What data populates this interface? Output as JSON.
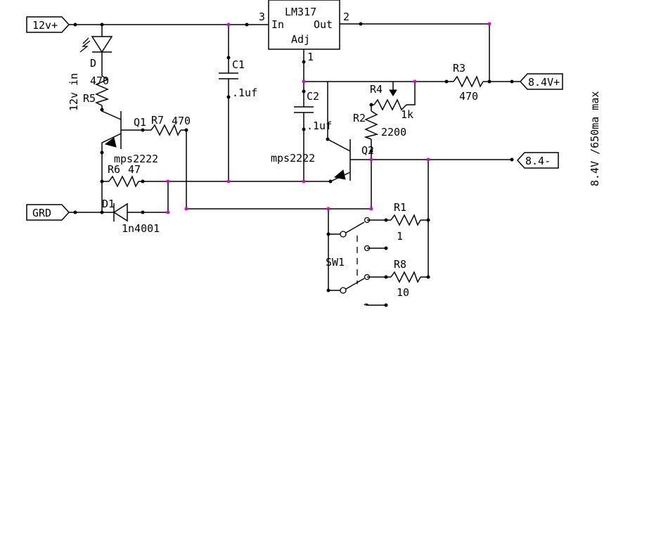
{
  "labels": {
    "conn_12v": "12v+",
    "conn_grd": "GRD",
    "conn_out_pos": "8.4V+",
    "conn_out_neg": "8.4-",
    "rating": "8.4V /650ma max",
    "led_ref": "D",
    "led_text": "12v in",
    "r5_ref": "R5",
    "r5_val": "470",
    "q1_ref": "Q1",
    "q1_type": "mps2222",
    "r7_ref": "R7",
    "r7_val": "470",
    "r6_ref": "R6",
    "r6_val": "47",
    "d1_ref": "D1",
    "d1_type": "1n4001",
    "c1_ref": "C1",
    "c1_val": ".1uf",
    "c2_ref": "C2",
    "c2_val": ".1uf",
    "reg_name": "LM317",
    "reg_in": "In",
    "reg_out": "Out",
    "reg_adj": "Adj",
    "pin_in": "3",
    "pin_out": "2",
    "pin_adj": "1",
    "r4_ref": "R4",
    "r4_val": "1k",
    "r3_ref": "R3",
    "r3_val": "470",
    "r2_ref": "R2",
    "r2_val": "2200",
    "q2_ref": "Q2",
    "q2_type": "mps2222",
    "r1_ref": "R1",
    "r1_val": "1",
    "r8_ref": "R8",
    "r8_val": "10",
    "sw_ref": "SW1"
  }
}
